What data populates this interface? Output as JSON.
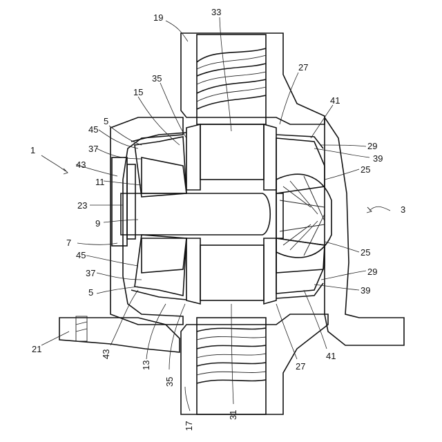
{
  "figure": {
    "background": "#ffffff",
    "line_color": "#111111",
    "labels": {
      "l1": "1",
      "l3": "3",
      "l5a": "5",
      "l5b": "5",
      "l7": "7",
      "l9": "9",
      "l11": "11",
      "l13": "13",
      "l15": "15",
      "l17": "17",
      "l19": "19",
      "l21": "21",
      "l23": "23",
      "l25a": "25",
      "l25b": "25",
      "l27a": "27",
      "l27b": "27",
      "l29a": "29",
      "l29b": "29",
      "l31": "31",
      "l33": "33",
      "l35a": "35",
      "l35b": "35",
      "l37a": "37",
      "l37b": "37",
      "l39a": "39",
      "l39b": "39",
      "l41a": "41",
      "l41b": "41",
      "l43a": "43",
      "l43b": "43",
      "l45a": "45",
      "l45b": "45"
    }
  }
}
